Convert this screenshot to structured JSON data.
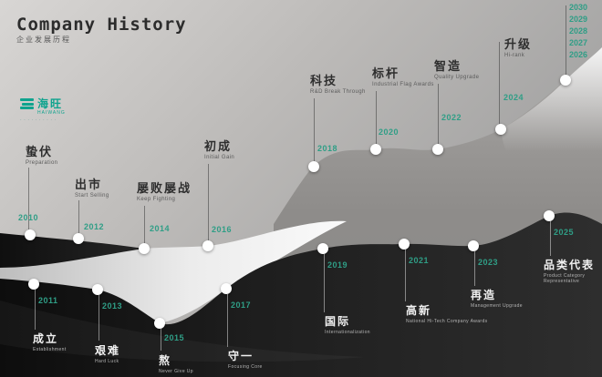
{
  "header": {
    "title": "Company History",
    "subtitle": "企业发展历程"
  },
  "logo": {
    "zh": "海旺",
    "en": "HAIWANG",
    "tagline": "··········"
  },
  "accent_color": "#2f9e86",
  "milestones_top": [
    {
      "year": "2010",
      "zh": "蛰伏",
      "en": "Preparation"
    },
    {
      "year": "2012",
      "zh": "出市",
      "en": "Start Selling"
    },
    {
      "year": "2014",
      "zh": "屡败屡战",
      "en": "Keep Fighting"
    },
    {
      "year": "2016",
      "zh": "初成",
      "en": "Initial Gain"
    },
    {
      "year": "2018",
      "zh": "科技",
      "en": "R&D Break Through"
    },
    {
      "year": "2020",
      "zh": "标杆",
      "en": "Industrial Flag Awards"
    },
    {
      "year": "2022",
      "zh": "智造",
      "en": "Quality Upgrade"
    },
    {
      "year": "2024",
      "zh": "升级",
      "en": "Hi-rank"
    }
  ],
  "milestones_bottom": [
    {
      "year": "2011",
      "zh": "成立",
      "en": "Establishment"
    },
    {
      "year": "2013",
      "zh": "艰难",
      "en": "Hard Luck"
    },
    {
      "year": "2015",
      "zh": "熬",
      "en": "Never Give Up"
    },
    {
      "year": "2017",
      "zh": "守一",
      "en": "Focusing Core"
    },
    {
      "year": "2019",
      "zh": "国际",
      "en": "Internationalization"
    },
    {
      "year": "2021",
      "zh": "高新",
      "en": "National Hi-Tech Company Awards"
    },
    {
      "year": "2023",
      "zh": "再造",
      "en": "Management Upgrade"
    },
    {
      "year": "2025",
      "zh": "品类代表",
      "en": "Product Category Representative"
    }
  ],
  "future_years": [
    "2030",
    "2029",
    "2028",
    "2027",
    "2026"
  ]
}
